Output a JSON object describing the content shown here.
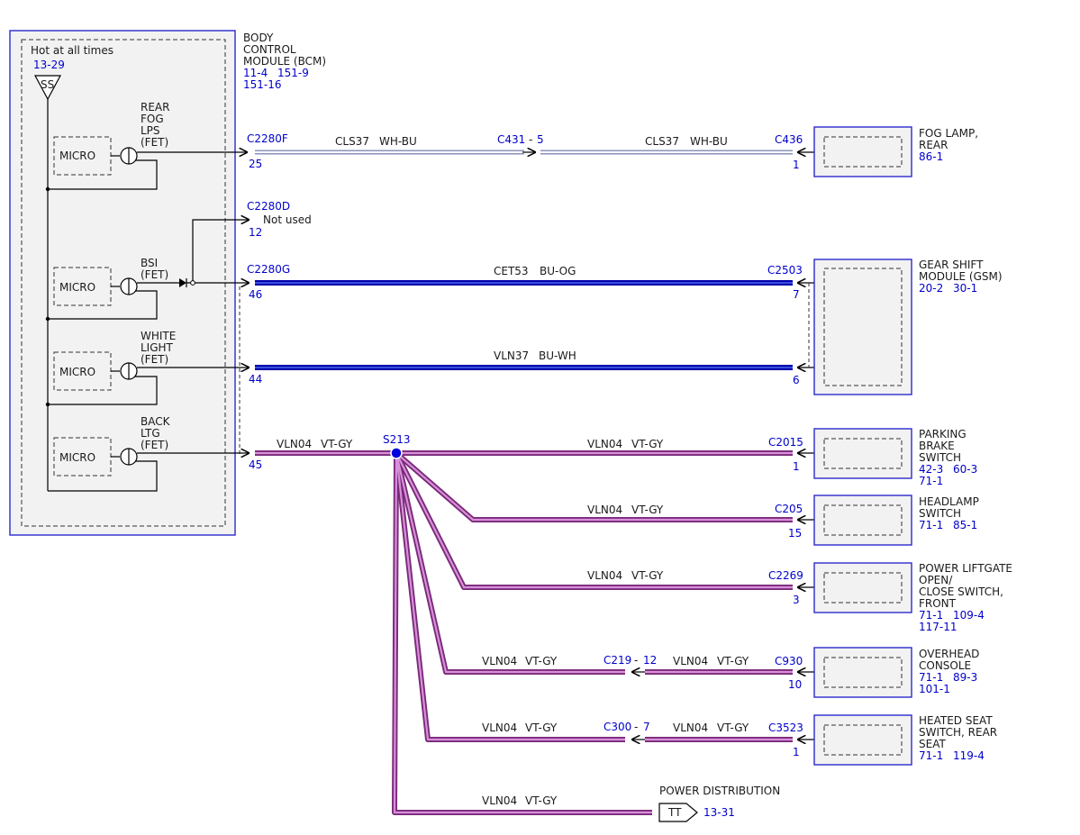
{
  "bcm": {
    "title_lines": [
      "BODY",
      "CONTROL",
      "MODULE (BCM)"
    ],
    "refs_line1": [
      "11-4",
      "151-9"
    ],
    "refs_line2": [
      "151-16"
    ],
    "hot_label": "Hot at all times",
    "hot_ref": "13-29",
    "ss_label": "SS",
    "micro_label": "MICRO",
    "channels": [
      {
        "label_lines": [
          "REAR",
          "FOG",
          "LPS",
          "(FET)"
        ]
      },
      {
        "label_lines": [
          "BSI",
          "(FET)"
        ]
      },
      {
        "label_lines": [
          "WHITE",
          "LIGHT",
          "(FET)"
        ]
      },
      {
        "label_lines": [
          "BACK",
          "LTG",
          "(FET)"
        ]
      }
    ]
  },
  "connectors": {
    "c2280f": {
      "name": "C2280F",
      "pin": "25"
    },
    "c2280d": {
      "name": "C2280D",
      "pin": "12",
      "note": "Not used"
    },
    "c2280g": {
      "name": "C2280G",
      "pin": "46"
    },
    "c2280g_44": {
      "pin": "44"
    },
    "bcm_45": {
      "pin": "45"
    },
    "c431": {
      "name": "C431",
      "pin": "5"
    },
    "c436": {
      "name": "C436",
      "pin": "1"
    },
    "c2503": {
      "name": "C2503",
      "pin_a": "7",
      "pin_b": "6"
    },
    "s213": {
      "name": "S213"
    },
    "c2015": {
      "name": "C2015",
      "pin": "1"
    },
    "c205": {
      "name": "C205",
      "pin": "15"
    },
    "c2269": {
      "name": "C2269",
      "pin": "3"
    },
    "c219": {
      "name": "C219",
      "pin": "12"
    },
    "c930": {
      "name": "C930",
      "pin": "10"
    },
    "c300": {
      "name": "C300",
      "pin": "7"
    },
    "c3523": {
      "name": "C3523",
      "pin": "1"
    }
  },
  "wires": {
    "cls37": {
      "circuit": "CLS37",
      "color": "WH-BU"
    },
    "cet53": {
      "circuit": "CET53",
      "color": "BU-OG"
    },
    "vln37": {
      "circuit": "VLN37",
      "color": "BU-WH"
    },
    "vln04": {
      "circuit": "VLN04",
      "color": "VT-GY"
    }
  },
  "components": {
    "fog_lamp": {
      "lines": [
        "FOG LAMP,",
        "REAR"
      ],
      "refs": [
        "86-1"
      ]
    },
    "gsm": {
      "lines": [
        "GEAR SHIFT",
        "MODULE (GSM)"
      ],
      "refs": [
        "20-2",
        "30-1"
      ]
    },
    "parking_brake": {
      "lines": [
        "PARKING",
        "BRAKE",
        "SWITCH"
      ],
      "refs": [
        "42-3",
        "60-3"
      ],
      "refs2": [
        "71-1"
      ]
    },
    "headlamp": {
      "lines": [
        "HEADLAMP",
        "SWITCH"
      ],
      "refs": [
        "71-1",
        "85-1"
      ]
    },
    "liftgate": {
      "lines": [
        "POWER LIFTGATE",
        "OPEN/",
        "CLOSE SWITCH,",
        "FRONT"
      ],
      "refs": [
        "71-1",
        "109-4"
      ],
      "refs2": [
        "117-11"
      ]
    },
    "overhead": {
      "lines": [
        "OVERHEAD",
        "CONSOLE"
      ],
      "refs": [
        "71-1",
        "89-3"
      ],
      "refs2": [
        "101-1"
      ]
    },
    "heated_seat": {
      "lines": [
        "HEATED SEAT",
        "SWITCH, REAR",
        "SEAT"
      ],
      "refs": [
        "71-1",
        "119-4"
      ]
    },
    "power_dist": {
      "label": "POWER DISTRIBUTION",
      "tt": "TT",
      "ref": "13-31"
    }
  },
  "colors": {
    "wh_bu_outer": "#8a94b8",
    "wh_bu_inner": "#ffffff",
    "blue_outer": "#0000aa",
    "blue_inner": "#3a4ee0",
    "vt_gy_outer": "#7a2a7a",
    "vt_gy_inner": "#d890d8",
    "module_border": "#2a2acc",
    "reference_text": "#0000cc"
  }
}
